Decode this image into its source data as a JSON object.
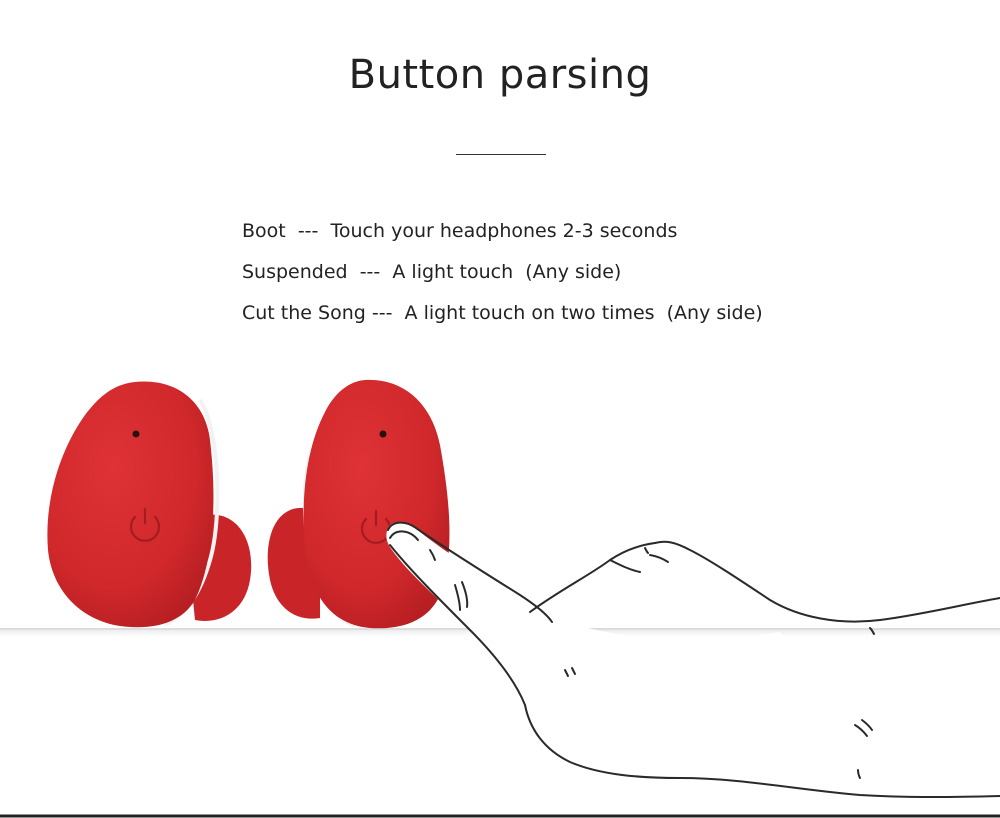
{
  "title": "Button parsing",
  "instructions": [
    {
      "action": "Boot",
      "separator": "---",
      "description": "Touch your headphones 2-3 seconds"
    },
    {
      "action": "Suspended",
      "separator": "---",
      "description": "A light touch  (Any side)"
    },
    {
      "action": "Cut the Song",
      "separator": "---",
      "description": "A light touch on two times  (Any side)"
    }
  ],
  "illustration": {
    "earbud_color": "#d42a2d",
    "earbud_shade": "#b51e22",
    "icons": [
      "power-icon",
      "power-icon"
    ],
    "hand": "line-drawing-hand-icon"
  }
}
